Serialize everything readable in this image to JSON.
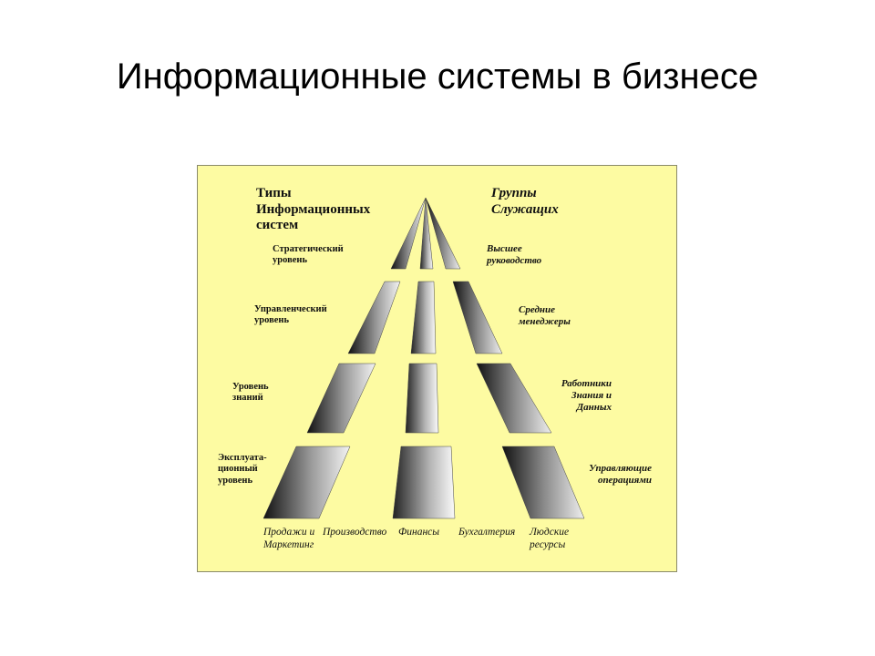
{
  "title": "Информационные системы в бизнесе",
  "diagram": {
    "left_header": [
      "Типы",
      "Информационных",
      "систем"
    ],
    "right_header": [
      "Группы",
      "Служащих"
    ],
    "levels": [
      {
        "system": [
          "Стратегический",
          "уровень"
        ],
        "group": [
          "Высшее",
          "руководство"
        ]
      },
      {
        "system": [
          "Управленческий",
          "уровень"
        ],
        "group": [
          "Средние",
          "менеджеры"
        ]
      },
      {
        "system": [
          "Уровень",
          "знаний"
        ],
        "group": [
          "Работники",
          "Знания и",
          "Данных"
        ]
      },
      {
        "system": [
          "Эксплуата-",
          "ционный",
          "уровень"
        ],
        "group": [
          "Управляющие",
          "операциями"
        ]
      }
    ],
    "departments": [
      [
        "Продажи и",
        "Маркетинг"
      ],
      [
        "Производство"
      ],
      [
        "Финансы"
      ],
      [
        "Бухгалтерия"
      ],
      [
        "Людские",
        "ресурсы"
      ]
    ]
  }
}
